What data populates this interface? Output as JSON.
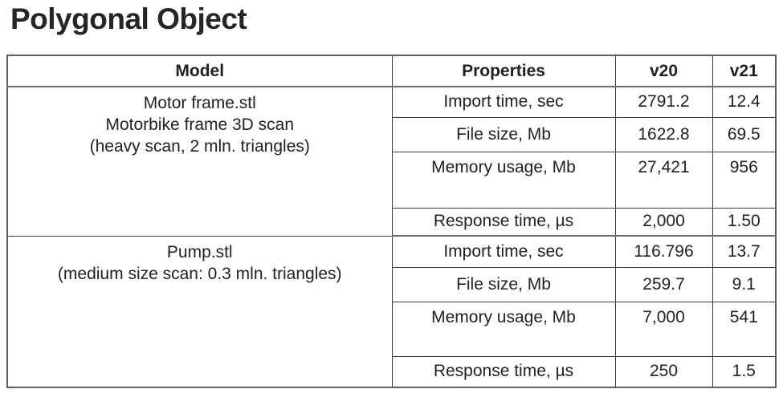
{
  "page": {
    "title": "Polygonal Object"
  },
  "table": {
    "headers": [
      "Model",
      "Properties",
      "v20",
      "v21"
    ],
    "groups": [
      {
        "model_lines": [
          "Motor frame.stl",
          "Motorbike frame 3D scan",
          "(heavy scan, 2 mln. triangles)"
        ],
        "rows": [
          {
            "property": "Import time, sec",
            "v20": "2791.2",
            "v21": "12.4"
          },
          {
            "property": "File size, Mb",
            "v20": "1622.8",
            "v21": "69.5"
          },
          {
            "property": "Memory usage, Mb",
            "v20": "27,421",
            "v21": "956"
          },
          {
            "property": "Response time, µs",
            "v20": "2,000",
            "v21": "1.50"
          }
        ]
      },
      {
        "model_lines": [
          "Pump.stl",
          "(medium size scan: 0.3 mln. triangles)"
        ],
        "rows": [
          {
            "property": "Import time, sec",
            "v20": "116.796",
            "v21": "13.7"
          },
          {
            "property": "File size, Mb",
            "v20": "259.7",
            "v21": "9.1"
          },
          {
            "property": "Memory usage, Mb",
            "v20": "7,000",
            "v21": "541"
          },
          {
            "property": "Response time, µs",
            "v20": "250",
            "v21": "1.5"
          }
        ]
      }
    ]
  }
}
